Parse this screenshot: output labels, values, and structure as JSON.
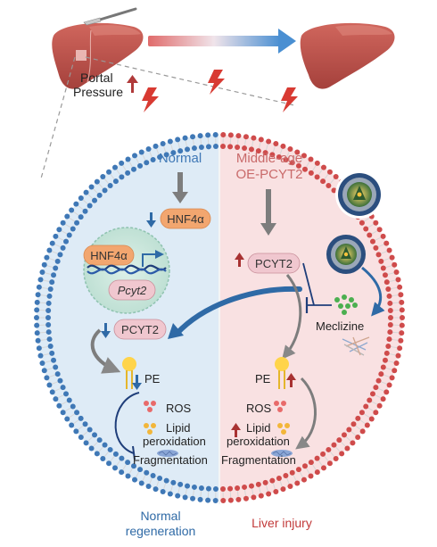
{
  "top": {
    "portal_pressure_line1": "Portal",
    "portal_pressure_line2": "Pressure"
  },
  "left": {
    "title": "Normal",
    "hnf4a_label": "HNF4α",
    "nucleus_hnf4a_label": "HNF4α",
    "pcyt2_gene_label": "Pcyt2",
    "pcyt2_label": "PCYT2",
    "pe_label": "PE",
    "ros_label": "ROS",
    "lipid_line1": "Lipid",
    "lipid_line2": "peroxidation",
    "fragmentation_label": "Fragmentation",
    "outcome_line1": "Normal",
    "outcome_line2": "regeneration"
  },
  "right": {
    "title_line1": "Middle-age",
    "title_line2": "OE-PCYT2",
    "pcyt2_label": "PCYT2",
    "meclizine_label": "Meclizine",
    "pe_label": "PE",
    "ros_label": "ROS",
    "lipid_line1": "Lipid",
    "lipid_line2": "peroxidation",
    "fragmentation_label": "Fragmentation",
    "outcome": "Liver injury"
  },
  "colors": {
    "normal_blue": "#3f78b6",
    "injury_red": "#cf4b4b",
    "normal_bg": "#deebf6",
    "injury_bg": "#f9e1e2",
    "pill_orange": "#f2a66f",
    "pill_pink": "#f0c7cf",
    "liver": "#c0504a"
  }
}
